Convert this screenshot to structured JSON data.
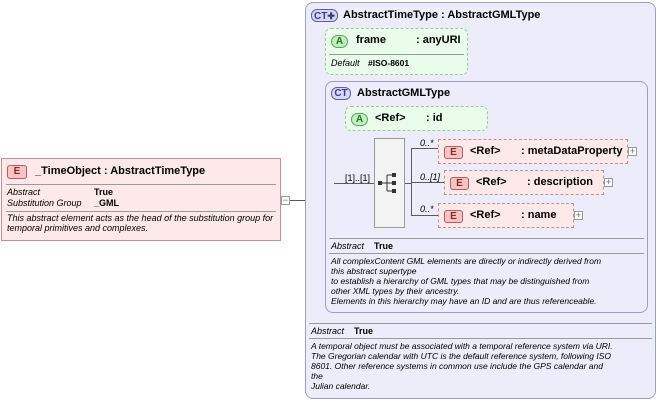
{
  "time_object": {
    "badge": "E",
    "title": "_TimeObject : AbstractTimeType",
    "props": [
      {
        "key": "Abstract",
        "value": "True"
      },
      {
        "key": "Substitution Group",
        "value": "_GML"
      }
    ],
    "doc": "This abstract element acts as the head of the substitution group for temporal primitives and complexes."
  },
  "outer_type": {
    "badge": "CT",
    "title": "AbstractTimeType : AbstractGMLType",
    "frame_attr": {
      "badge": "A",
      "name": "frame",
      "type": ": anyURI",
      "default_key": "Default",
      "default_value": "#ISO-8601"
    },
    "abstract_key": "Abstract",
    "abstract_value": "True",
    "doc_lines": [
      "A temporal object must be associated with a temporal reference system via URI.",
      "The Gregorian calendar with UTC is the default reference system, following ISO",
      "8601. Other reference systems in common use include the GPS calendar and",
      "the",
      "Julian calendar."
    ]
  },
  "inner_type": {
    "badge": "CT",
    "title": "AbstractGMLType",
    "id_attr": {
      "badge": "A",
      "name": "<Ref>",
      "type": ": id"
    },
    "sequence": {
      "multiplicity": "[1]..[1]",
      "children": [
        {
          "badge": "E",
          "name": "<Ref>",
          "type": ": metaDataProperty",
          "multiplicity": "0..*"
        },
        {
          "badge": "E",
          "name": "<Ref>",
          "type": ": description",
          "multiplicity": "0..[1]"
        },
        {
          "badge": "E",
          "name": "<Ref>",
          "type": ": name",
          "multiplicity": "0..*"
        }
      ]
    },
    "abstract_key": "Abstract",
    "abstract_value": "True",
    "doc_lines": [
      "All complexContent GML elements are directly or indirectly derived from",
      "this abstract supertype",
      "to establish a hierarchy of GML types that may be distinguished from",
      "other XML types by their ancestry.",
      "Elements in this hierarchy may have an ID and are thus referenceable."
    ]
  },
  "colors": {
    "type_bg": "#ececfa",
    "type_border": "#9d9dc9",
    "element_bg": "#fde9e9",
    "element_border": "#c98e8e",
    "attr_bg": "#eafcea",
    "attr_border": "#9ac99a"
  },
  "icons": {
    "expand": "plus-icon",
    "collapse": "minus-icon",
    "sequence": "sequence-icon",
    "ct_extension": "extension-icon"
  }
}
